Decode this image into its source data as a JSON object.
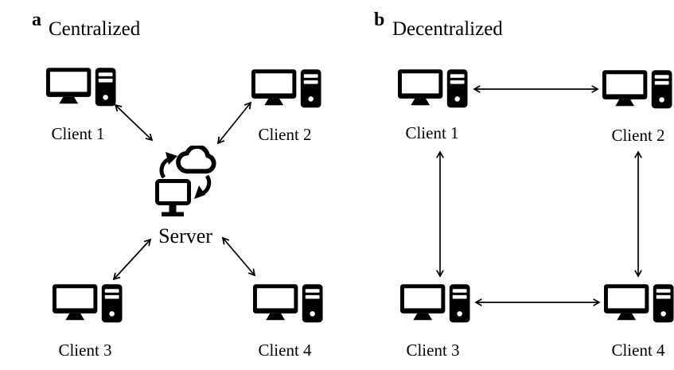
{
  "colors": {
    "ink": "#000000",
    "background": "#ffffff"
  },
  "panel_a": {
    "letter": "a",
    "title": "Centralized",
    "server_label": "Server",
    "clients": {
      "c1": "Client 1",
      "c2": "Client 2",
      "c3": "Client 3",
      "c4": "Client 4"
    },
    "edges": [
      "Client 1 ↔ Server",
      "Client 2 ↔ Server",
      "Client 3 ↔ Server",
      "Client 4 ↔ Server"
    ]
  },
  "panel_b": {
    "letter": "b",
    "title": "Decentralized",
    "clients": {
      "c1": "Client 1",
      "c2": "Client 2",
      "c3": "Client 3",
      "c4": "Client 4"
    },
    "edges": [
      "Client 1 ↔ Client 2",
      "Client 3 ↔ Client 4",
      "Client 1 ↔ Client 3",
      "Client 2 ↔ Client 4"
    ]
  },
  "icons": {
    "client": "desktop-computer-icon",
    "server": "cloud-sync-server-icon"
  }
}
